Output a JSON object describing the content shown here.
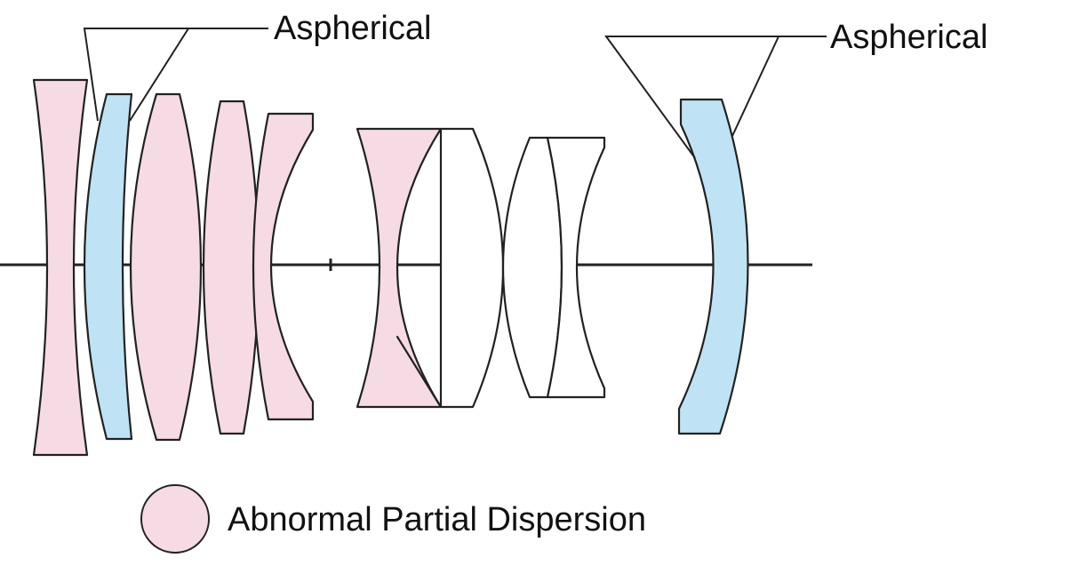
{
  "labels": {
    "aspherical_left": "Aspherical",
    "aspherical_right": "Aspherical"
  },
  "legend": {
    "text": "Abnormal Partial Dispersion"
  },
  "colors": {
    "abnormal_partial_dispersion": "#f6dbe4",
    "aspherical": "#bfe3f5",
    "standard": "#ffffff",
    "outline": "#222222"
  },
  "lens_groups": [
    {
      "elements": [
        "abnormal-partial-dispersion",
        "aspherical",
        "abnormal-partial-dispersion",
        "abnormal-partial-dispersion",
        "abnormal-partial-dispersion"
      ]
    },
    {
      "elements": [
        "abnormal-partial-dispersion",
        "standard"
      ]
    },
    {
      "elements": [
        "standard",
        "standard"
      ]
    },
    {
      "elements": [
        "aspherical"
      ]
    }
  ]
}
